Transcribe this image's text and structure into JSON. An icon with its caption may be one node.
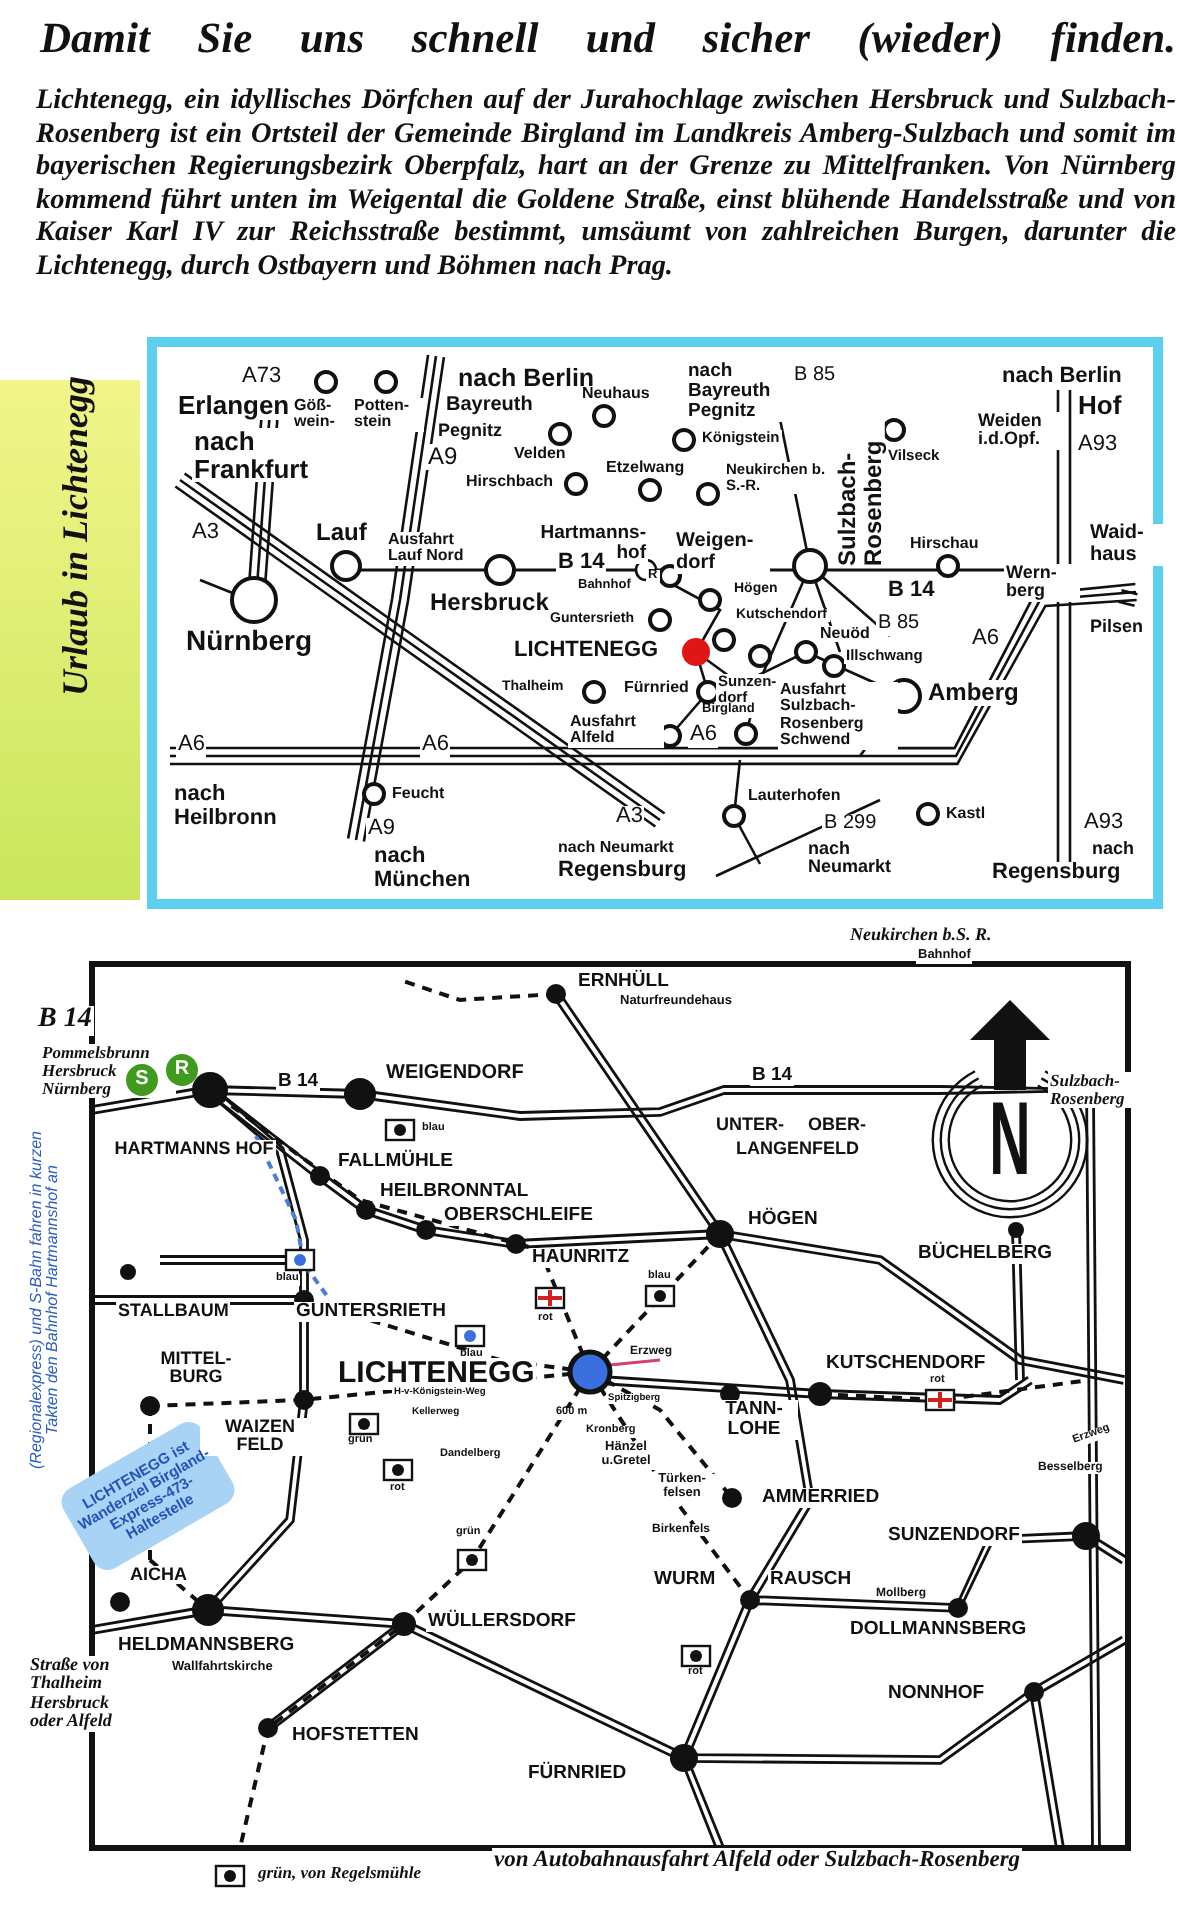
{
  "diagram": {
    "title": "Damit Sie uns schnell und sicher (wieder) finden.",
    "labels": [
      "Lichtenegg, ein idyllisches Dörfchen auf der Jurahochlage zwischen Hersbruck und Sulzbach-Rosenberg ist ein Ortsteil der Gemeinde Birgland im Landkreis Amberg-Sulzbach und somit im bayerischen Regierungsbezirk Oberpfalz, hart an der Grenze zu Mittelfranken. Von Nürnberg kommend führt unten im Weigental die Goldene Straße, einst blühende Handelsstraße und von Kaiser Karl IV zur Reichsstraße bestimmt, umsäumt von zahlreichen Burgen, darunter die Lichtenegg, durch Ostbayern und Böhmen nach Prag.",
      "Urlaub in Lichtenegg",
      "A73",
      "Erlangen",
      "Göß- wein- stein",
      "Potten- stein",
      "nach Berlin",
      "Bayreuth",
      "Pegnitz",
      "A9",
      "Neuhaus",
      "Velden",
      "Hirschbach",
      "Etzelwang",
      "nach Bayreuth Pegnitz",
      "B 85",
      "Königstein",
      "Neukirchen b. S.-R.",
      "Sulzbach- Rosenberg",
      "Vilseck",
      "nach Berlin",
      "Hof",
      "Weiden i.d.Opf.",
      "A93",
      "nach Frankfurt",
      "A3",
      "Lauf",
      "Nürnberg",
      "Ausfahrt Lauf Nord",
      "Hersbruck",
      "Hartmanns- hof",
      "B 14",
      "Weigen- dorf",
      "Bahnhof",
      "Högen",
      "Guntersrieth",
      "Kutschendorf",
      "Hirschau",
      "B 14",
      "Wern- berg",
      "Waid- haus",
      "B 85",
      "A6",
      "Pilsen",
      "LICHTENEGG",
      "Neuöd",
      "Illschwang",
      "Thalheim",
      "Fürnried",
      "Sunzen- dorf",
      "Ausfahrt Sulzbach- Rosenberg Schwend",
      "Amberg",
      "Birgland",
      "Ausfahrt Alfeld",
      "A6",
      "A6",
      "A6",
      "nach Heilbronn",
      "Feucht",
      "A9",
      "nach München",
      "A3",
      "nach Neumarkt",
      "Regensburg",
      "Lauterhofen",
      "B 299",
      "Kastl",
      "nach Neumarkt",
      "A93",
      "nach",
      "Regensburg",
      "Neukirchen b.S. R.",
      "Bahnhof",
      "ERNHÜLL",
      "Naturfreundehaus",
      "B 14",
      "Pommelsbrunn Hersbruck Nürnberg",
      "B 14",
      "WEIGENDORF",
      "B 14",
      "Sulzbach- Rosenberg",
      "UNTER-",
      "OBER-",
      "LANGENFELD",
      "blau",
      "HARTMANNS HOF",
      "FALLMÜHLE",
      "HEILBRONNTAL",
      "OBERSCHLEIFE",
      "HÖGEN",
      "HAUNRITZ",
      "BÜCHELBERG",
      "blau",
      "blau",
      "STALLBAUM",
      "GUNTERSRIETH",
      "rot",
      "MITTEL- BURG",
      "blau",
      "LICHTENEGG",
      "Erzweg",
      "KUTSCHENDORF",
      "rot",
      "Erzweg",
      "H-v-Königstein-Weg",
      "Spitzigberg",
      "TANN- LOHE",
      "Kellerweg",
      "600 m",
      "WAIZEN FELD",
      "grün",
      "Kronberg",
      "Hänzel u.Gretel",
      "Dandelberg",
      "Besselberg",
      "Türken- felsen",
      "rot",
      "AMMERRIED",
      "grün",
      "Birkenfels",
      "SUNZENDORF",
      "AICHA",
      "WURM",
      "RAUSCH",
      "Mollberg",
      "WÜLLERSDORF",
      "HELDMANNSBERG",
      "DOLLMANNSBERG",
      "Wallfahrtskirche",
      "rot",
      "NONNHOF",
      "HOFSTETTEN",
      "FÜRNRIED",
      "Straße von Thalheim Hersbruck oder Alfeld",
      "(Regionalexpress) und S-Bahn fahren in kurzen Takten den Bahnhof Hartmannshof an",
      "LICHTENEGG ist Wanderziel Birgland-Express-473-Haltestelle",
      "von Autobahnausfahrt Alfeld oder Sulzbach-Rosenberg",
      "grün, von Regelsmühle",
      "S",
      "R",
      "R",
      "N"
    ]
  }
}
